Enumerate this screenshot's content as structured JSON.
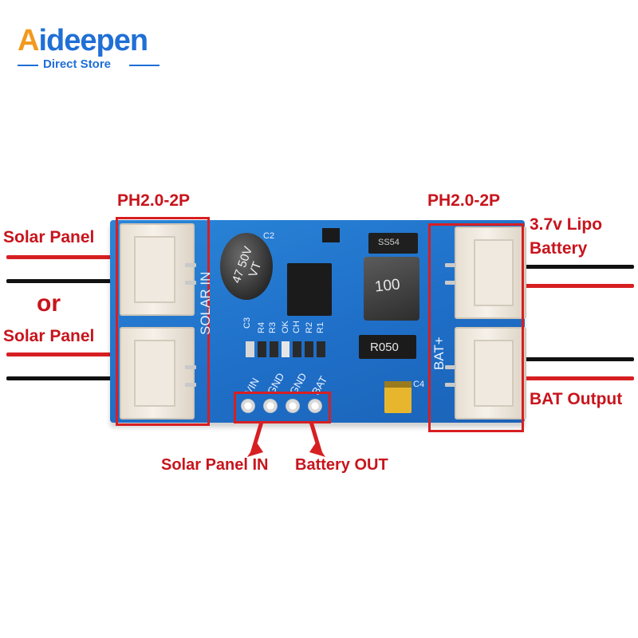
{
  "brand": {
    "name_first": "A",
    "name_rest": "ideepen",
    "subtitle": "Direct Store"
  },
  "labels": {
    "ph_left": "PH2.0-2P",
    "ph_right": "PH2.0-2P",
    "solar_panel_top": "Solar Panel",
    "or": "or",
    "solar_panel_bottom": "Solar Panel",
    "lipo_line1": "3.7v Lipo",
    "lipo_line2": "Battery",
    "bat_output": "BAT Output",
    "solar_panel_in": "Solar Panel IN",
    "battery_out": "Battery OUT"
  },
  "board": {
    "solar_in": "SOLAR IN",
    "bat_plus": "BAT+",
    "cap_value": "47",
    "cap_voltage": "50V",
    "cap_series": "VT",
    "inductor": "100",
    "resistor": "R050",
    "diode": "SS54",
    "c2": "C2",
    "c3": "C3",
    "c4": "C4",
    "pins": [
      "VIN",
      "GND",
      "GND",
      "BAT"
    ],
    "res_labels": [
      "R4",
      "R3",
      "OK",
      "CH",
      "R2",
      "R1"
    ]
  },
  "colors": {
    "brand_blue": "#1f6fd6",
    "brand_orange": "#f29a1f",
    "label_red": "#c8141c",
    "pcb_blue": "#1f6fc8"
  }
}
